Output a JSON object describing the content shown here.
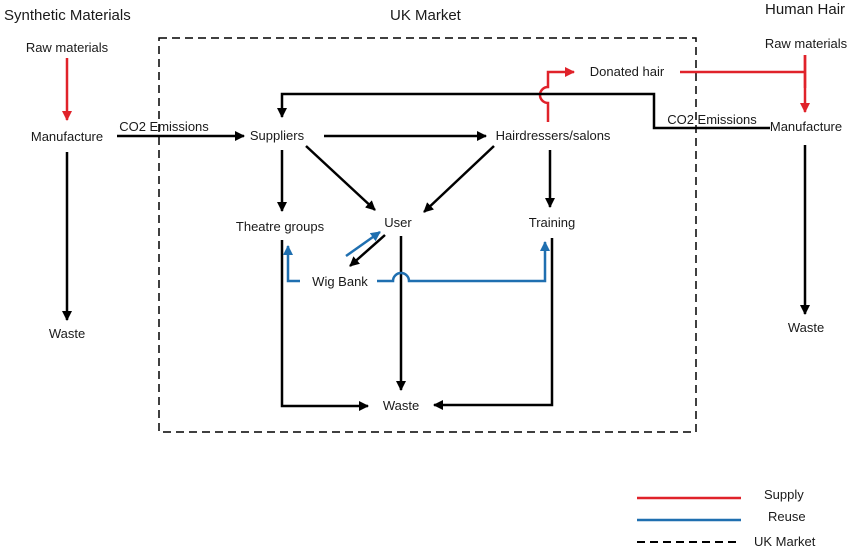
{
  "colors": {
    "flow": "#000000",
    "supply": "#e0222a",
    "reuse": "#1f6fb0",
    "boundary": "#000000"
  },
  "headings": {
    "synthetic": "Synthetic Materials",
    "uk_market": "UK Market",
    "human_hair": "Human Hair"
  },
  "nodes": {
    "synthetic_raw": "Raw materials",
    "synthetic_manufacture": "Manufacture",
    "synthetic_waste": "Waste",
    "suppliers": "Suppliers",
    "hairdressers": "Hairdressers/salons",
    "donated_hair": "Donated hair",
    "user": "User",
    "theatre_groups": "Theatre groups",
    "training": "Training",
    "wig_bank": "Wig Bank",
    "market_waste": "Waste",
    "human_raw": "Raw materials",
    "human_manufacture": "Manufacture",
    "human_waste": "Waste"
  },
  "edge_labels": {
    "co2_left": "CO2 Emissions",
    "co2_right": "CO2 Emissions"
  },
  "legend": {
    "supply": "Supply",
    "reuse": "Reuse",
    "uk_market": "UK Market"
  }
}
